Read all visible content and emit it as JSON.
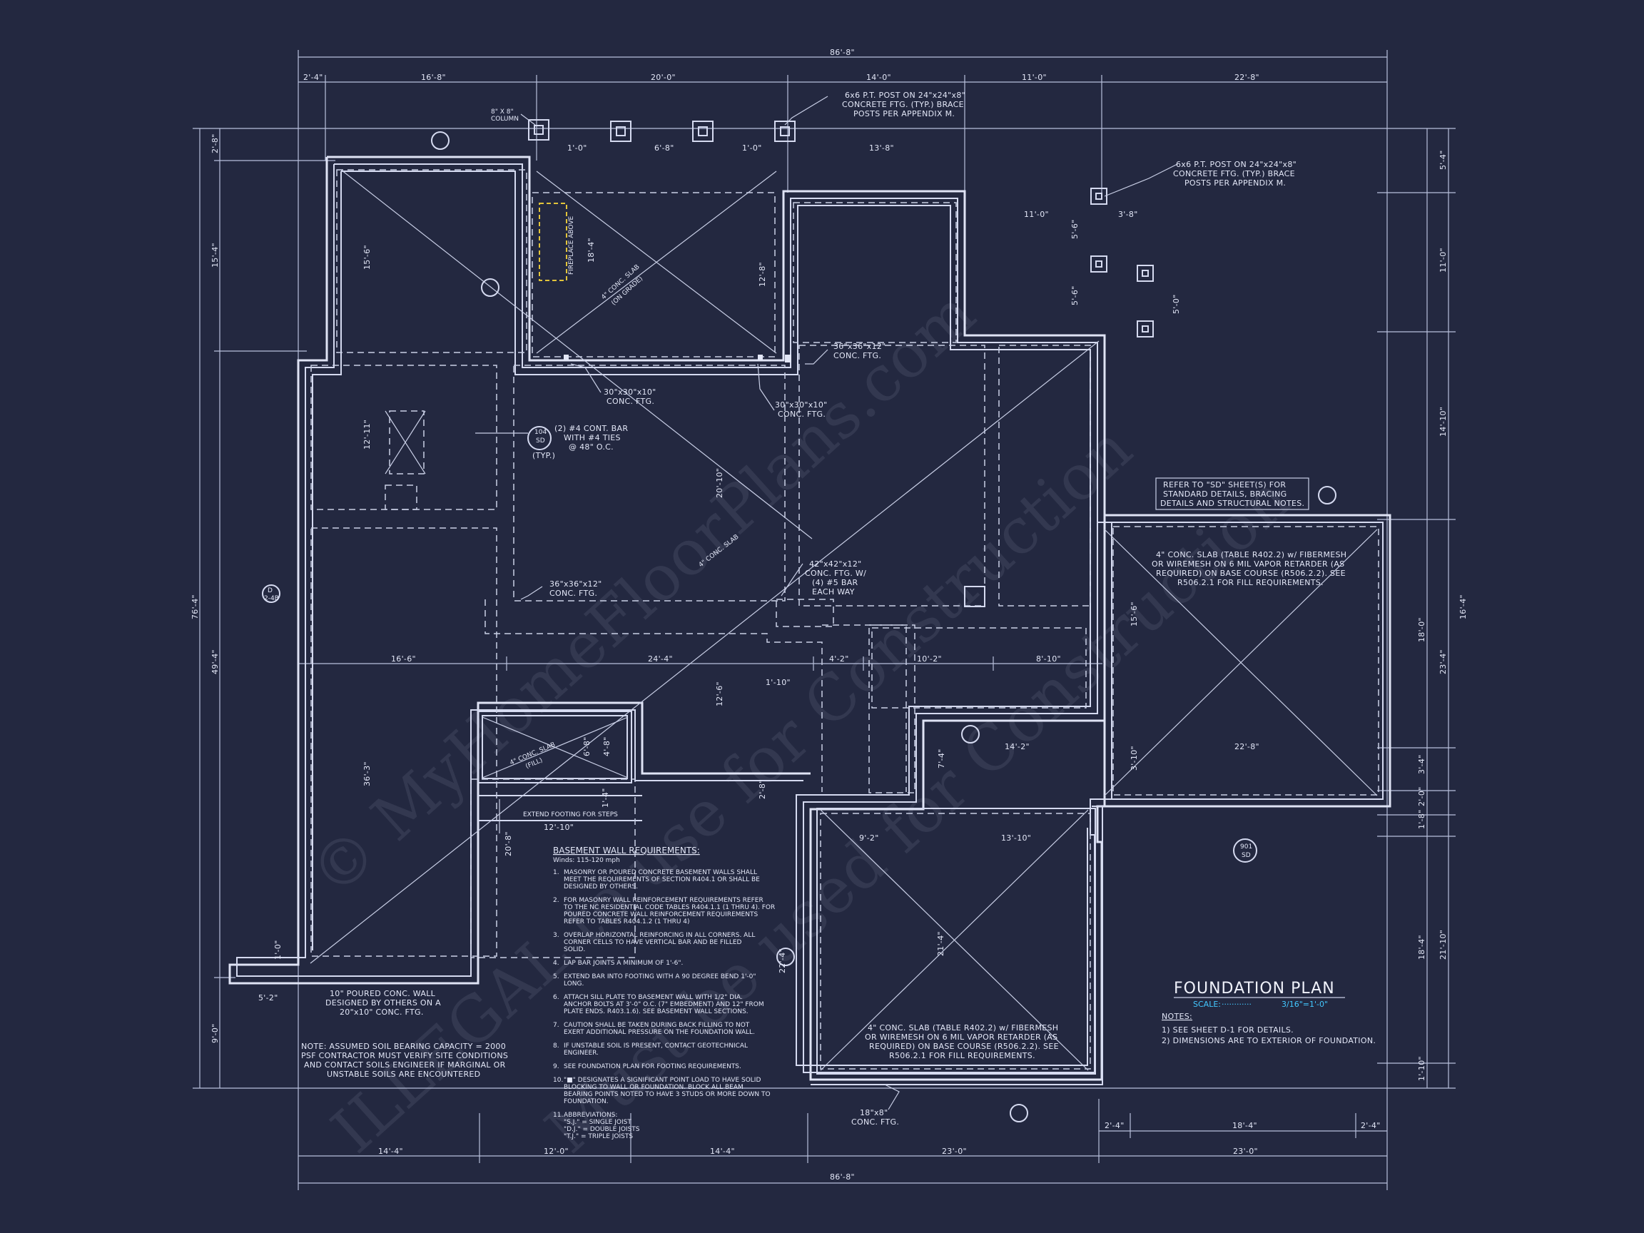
{
  "title": "FOUNDATION PLAN",
  "scale_label": "SCALE:",
  "scale_value": "3/16\"=1'-0\"",
  "notes_heading": "NOTES:",
  "notes": [
    "1)  SEE SHEET D-1 FOR DETAILS.",
    "2)  DIMENSIONS ARE TO EXTERIOR OF FOUNDATION."
  ],
  "watermark": [
    "© MyHomeFloorPlans.com",
    "ILLEGAL to use for Construction",
    "Must be used for Construction"
  ],
  "dimensions": {
    "overall": "86'-8\"",
    "top": [
      "2'-4\"",
      "16'-8\"",
      "20'-0\"",
      "14'-0\"",
      "11'-0\"",
      "22'-8\""
    ],
    "bottom": [
      "14'-4\"",
      "12'-0\"",
      "14'-4\"",
      "23'-0\"",
      "23'-0\""
    ],
    "bottom_right": [
      "2'-4\"",
      "18'-4\"",
      "2'-4\""
    ],
    "left": [
      "2'-8\"",
      "15'-4\"",
      "49'-4\"",
      "9'-0\"",
      "76'-4\""
    ],
    "right": [
      "5'-4\"",
      "11'-0\"",
      "14'-10\"",
      "16'-4\"",
      "18'-0\"",
      "23'-4\"",
      "3'-4\"",
      "2'-0\"",
      "1'-8\"",
      "18'-4\"",
      "21'-10\"",
      "1'-10\""
    ],
    "mid_row": [
      "16'-6\"",
      "24'-4\"",
      "4'-2\"",
      "10'-2\"",
      "8'-10\"",
      "1'-10\""
    ],
    "inner": [
      "1'-0\"",
      "6'-8\"",
      "1'-0\"",
      "13'-8\"",
      "11'-0\"",
      "3'-8\"",
      "5'-6\"",
      "5'-6\"",
      "5'-0\"",
      "15'-6\"",
      "18'-4\"",
      "12'-8\"",
      "12'-11\"",
      "20'-10\"",
      "12'-6\"",
      "36'-3\"",
      "4'-8\"",
      "6'-8\"",
      "1'-4\"",
      "12'-10\"",
      "20'-8\"",
      "2'-8\"",
      "22'-4\"",
      "9'-2\"",
      "13'-10\"",
      "14'-2\"",
      "22'-8\"",
      "7'-4\"",
      "3'-10\"",
      "15'-6\"",
      "5'-2\"",
      "1'-0\"",
      "21'-4\""
    ]
  },
  "callouts": {
    "post_top": [
      "6x6 P.T. POST ON 24\"x24\"x8\"",
      "CONCRETE FTG. (TYP.) BRACE",
      "POSTS PER APPENDIX M."
    ],
    "post_right": [
      "6x6 P.T. POST ON 24\"x24\"x8\"",
      "CONCRETE FTG. (TYP.) BRACE",
      "POSTS PER APPENDIX M."
    ],
    "column": [
      "8\" X 8\"",
      "COLUMN"
    ],
    "ftg_36_top": [
      "36\"x36\"x12\"",
      "CONC. FTG."
    ],
    "ftg_30_a": [
      "30\"x30\"x10\"",
      "CONC. FTG."
    ],
    "ftg_30_b": [
      "30\"x30\"x10\"",
      "CONC. FTG."
    ],
    "bar": [
      "(2) #4 CONT. BAR",
      "WITH #4 TIES",
      "@ 48\" O.C."
    ],
    "typ": "(TYP.)",
    "detail_104": [
      "104",
      "SD"
    ],
    "detail_901": [
      "901",
      "SD"
    ],
    "ftg_36_left": [
      "36\"x36\"x12\"",
      "CONC. FTG."
    ],
    "ftg_42": [
      "42\"x42\"x12\"",
      "CONC. FTG. W/",
      "(4) #5 BAR",
      "EACH WAY"
    ],
    "slab_4_grade": [
      "4\" CONC. SLAB",
      "(ON GRADE)"
    ],
    "slab_4": "4\" CONC. SLAB",
    "slab_fill": [
      "4\" CONC. SLAB",
      "(FILL)"
    ],
    "fireplace": "FIREPLACE ABOVE",
    "extend_footing": "EXTEND FOOTING FOR STEPS",
    "refer_sd": [
      "REFER TO \"SD\" SHEET(S) FOR",
      "STANDARD DETAILS, BRACING",
      "DETAILS AND STRUCTURAL NOTES."
    ],
    "slab_right": [
      "4\" CONC. SLAB (TABLE R402.2) w/ FIBERMESH",
      "OR WIREMESH ON 6 MIL VAPOR RETARDER (AS",
      "REQUIRED) ON BASE COURSE (R506.2.2). SEE",
      "R506.2.1 FOR FILL REQUIREMENTS."
    ],
    "slab_garage": [
      "4\" CONC. SLAB (TABLE R402.2) w/ FIBERMESH",
      "OR WIREMESH ON 6 MIL VAPOR RETARDER (AS",
      "REQUIRED) ON BASE COURSE (R506.2.2). SEE",
      "R506.2.1 FOR FILL REQUIREMENTS."
    ],
    "poured_wall": [
      "10\" POURED CONC. WALL",
      "DESIGNED BY OTHERS ON A",
      "20\"x10\" CONC. FTG."
    ],
    "soil_note": [
      "NOTE: ASSUMED SOIL BEARING CAPACITY = 2000",
      "PSF CONTRACTOR MUST VERIFY SITE CONDITIONS",
      "AND CONTACT SOILS ENGINEER IF MARGINAL OR",
      "UNSTABLE SOILS ARE ENCOUNTERED"
    ],
    "ftg_18": [
      "18\"x8\"",
      "CONC. FTG."
    ],
    "section_tags": [
      "D",
      "2-4B"
    ]
  },
  "basement_requirements": {
    "heading": "BASEMENT WALL REQUIREMENTS:",
    "sub": "Winds: 115-120 mph",
    "items": [
      [
        "1.",
        "MASONRY OR POURED CONCRETE BASEMENT WALLS SHALL",
        "MEET THE REQUIREMENTS OF SECTION R404.1 OR SHALL BE",
        "DESIGNED BY OTHERS."
      ],
      [
        "2.",
        "FOR MASONRY WALL REINFORCEMENT REQUIREMENTS REFER",
        "TO THE NC RESIDENTIAL CODE TABLES R404.1.1 (1 THRU 4). FOR",
        "POURED CONCRETE WALL REINFORCEMENT REQUIREMENTS",
        "REFER TO TABLES R404.1.2 (1 THRU 4)"
      ],
      [
        "3.",
        "OVERLAP HORIZONTAL REINFORCING IN ALL CORNERS. ALL",
        "CORNER CELLS TO HAVE VERTICAL BAR AND BE FILLED",
        "SOLID."
      ],
      [
        "4.",
        "LAP BAR JOINTS A MINIMUM OF 1'-6\"."
      ],
      [
        "5.",
        "EXTEND BAR INTO FOOTING WITH A 90 DEGREE BEND 1'-0\"",
        "LONG."
      ],
      [
        "6.",
        "ATTACH SILL PLATE TO BASEMENT WALL WITH 1/2\" DIA.",
        "ANCHOR BOLTS AT 3'-0\" O.C. (7\" EMBEDMENT) AND 12\" FROM",
        "PLATE ENDS. R403.1.6). SEE BASEMENT WALL SECTIONS."
      ],
      [
        "7.",
        "CAUTION SHALL BE TAKEN DURING BACK FILLING TO NOT",
        "EXERT ADDITIONAL PRESSURE ON THE FOUNDATION WALL."
      ],
      [
        "8.",
        "IF UNSTABLE SOIL IS PRESENT, CONTACT GEOTECHNICAL",
        "ENGINEER."
      ],
      [
        "9.",
        "SEE FOUNDATION PLAN FOR FOOTING REQUIREMENTS."
      ],
      [
        "10.",
        "\"■\" DESIGNATES A SIGNIFICANT POINT LOAD TO HAVE SOLID",
        "BLOCKING TO WALL OR FOUNDATION. BLOCK ALL BEAM",
        "BEARING POINTS NOTED TO HAVE 3 STUDS OR MORE DOWN TO",
        "FOUNDATION."
      ],
      [
        "11.",
        "ABBREVIATIONS:",
        "\"S.J.\" = SINGLE JOIST",
        "\"D.J.\" = DOUBLE JOISTS",
        "\"T.J.\" = TRIPLE JOISTS"
      ]
    ]
  }
}
